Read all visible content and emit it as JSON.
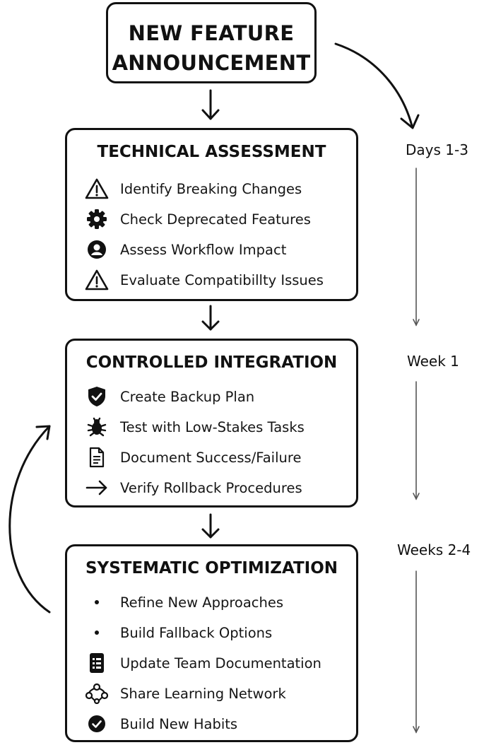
{
  "announcement": {
    "title_line1": "NEW FEATURE",
    "title_line2": "ANNOUNCEMENT"
  },
  "technical": {
    "title": "TECHNICAL ASSESSMENT",
    "items": [
      {
        "icon": "warning-triangle-icon",
        "label": "Identify Breaking Changes"
      },
      {
        "icon": "gear-icon",
        "label": "Check Deprecated Features"
      },
      {
        "icon": "user-circle-icon",
        "label": "Assess Workflow Impact"
      },
      {
        "icon": "warning-triangle-icon",
        "label": "Evaluate Compatibillty Issues"
      }
    ]
  },
  "controlled": {
    "title": "CONTROLLED INTEGRATION",
    "items": [
      {
        "icon": "shield-check-icon",
        "label": "Create Backup Plan"
      },
      {
        "icon": "bug-icon",
        "label": "Test with Low-Stakes Tasks"
      },
      {
        "icon": "document-icon",
        "label": "Document Success/Failure"
      },
      {
        "icon": "arrow-right-icon",
        "label": "Verify Rollback Procedures"
      }
    ]
  },
  "optimization": {
    "title": "SYSTEMATIC OPTIMIZATION",
    "items": [
      {
        "icon": "bullet-icon",
        "label": "Refine New Approaches"
      },
      {
        "icon": "bullet-icon",
        "label": "Build Fallback Options"
      },
      {
        "icon": "notebook-icon",
        "label": "Update Team Documentation"
      },
      {
        "icon": "network-icon",
        "label": "Share Learning Network"
      },
      {
        "icon": "check-circle-icon",
        "label": "Build New Habits"
      }
    ]
  },
  "timeline": {
    "days": "Days 1-3",
    "week1": "Week 1",
    "weeks": "Weeks 2-4"
  }
}
